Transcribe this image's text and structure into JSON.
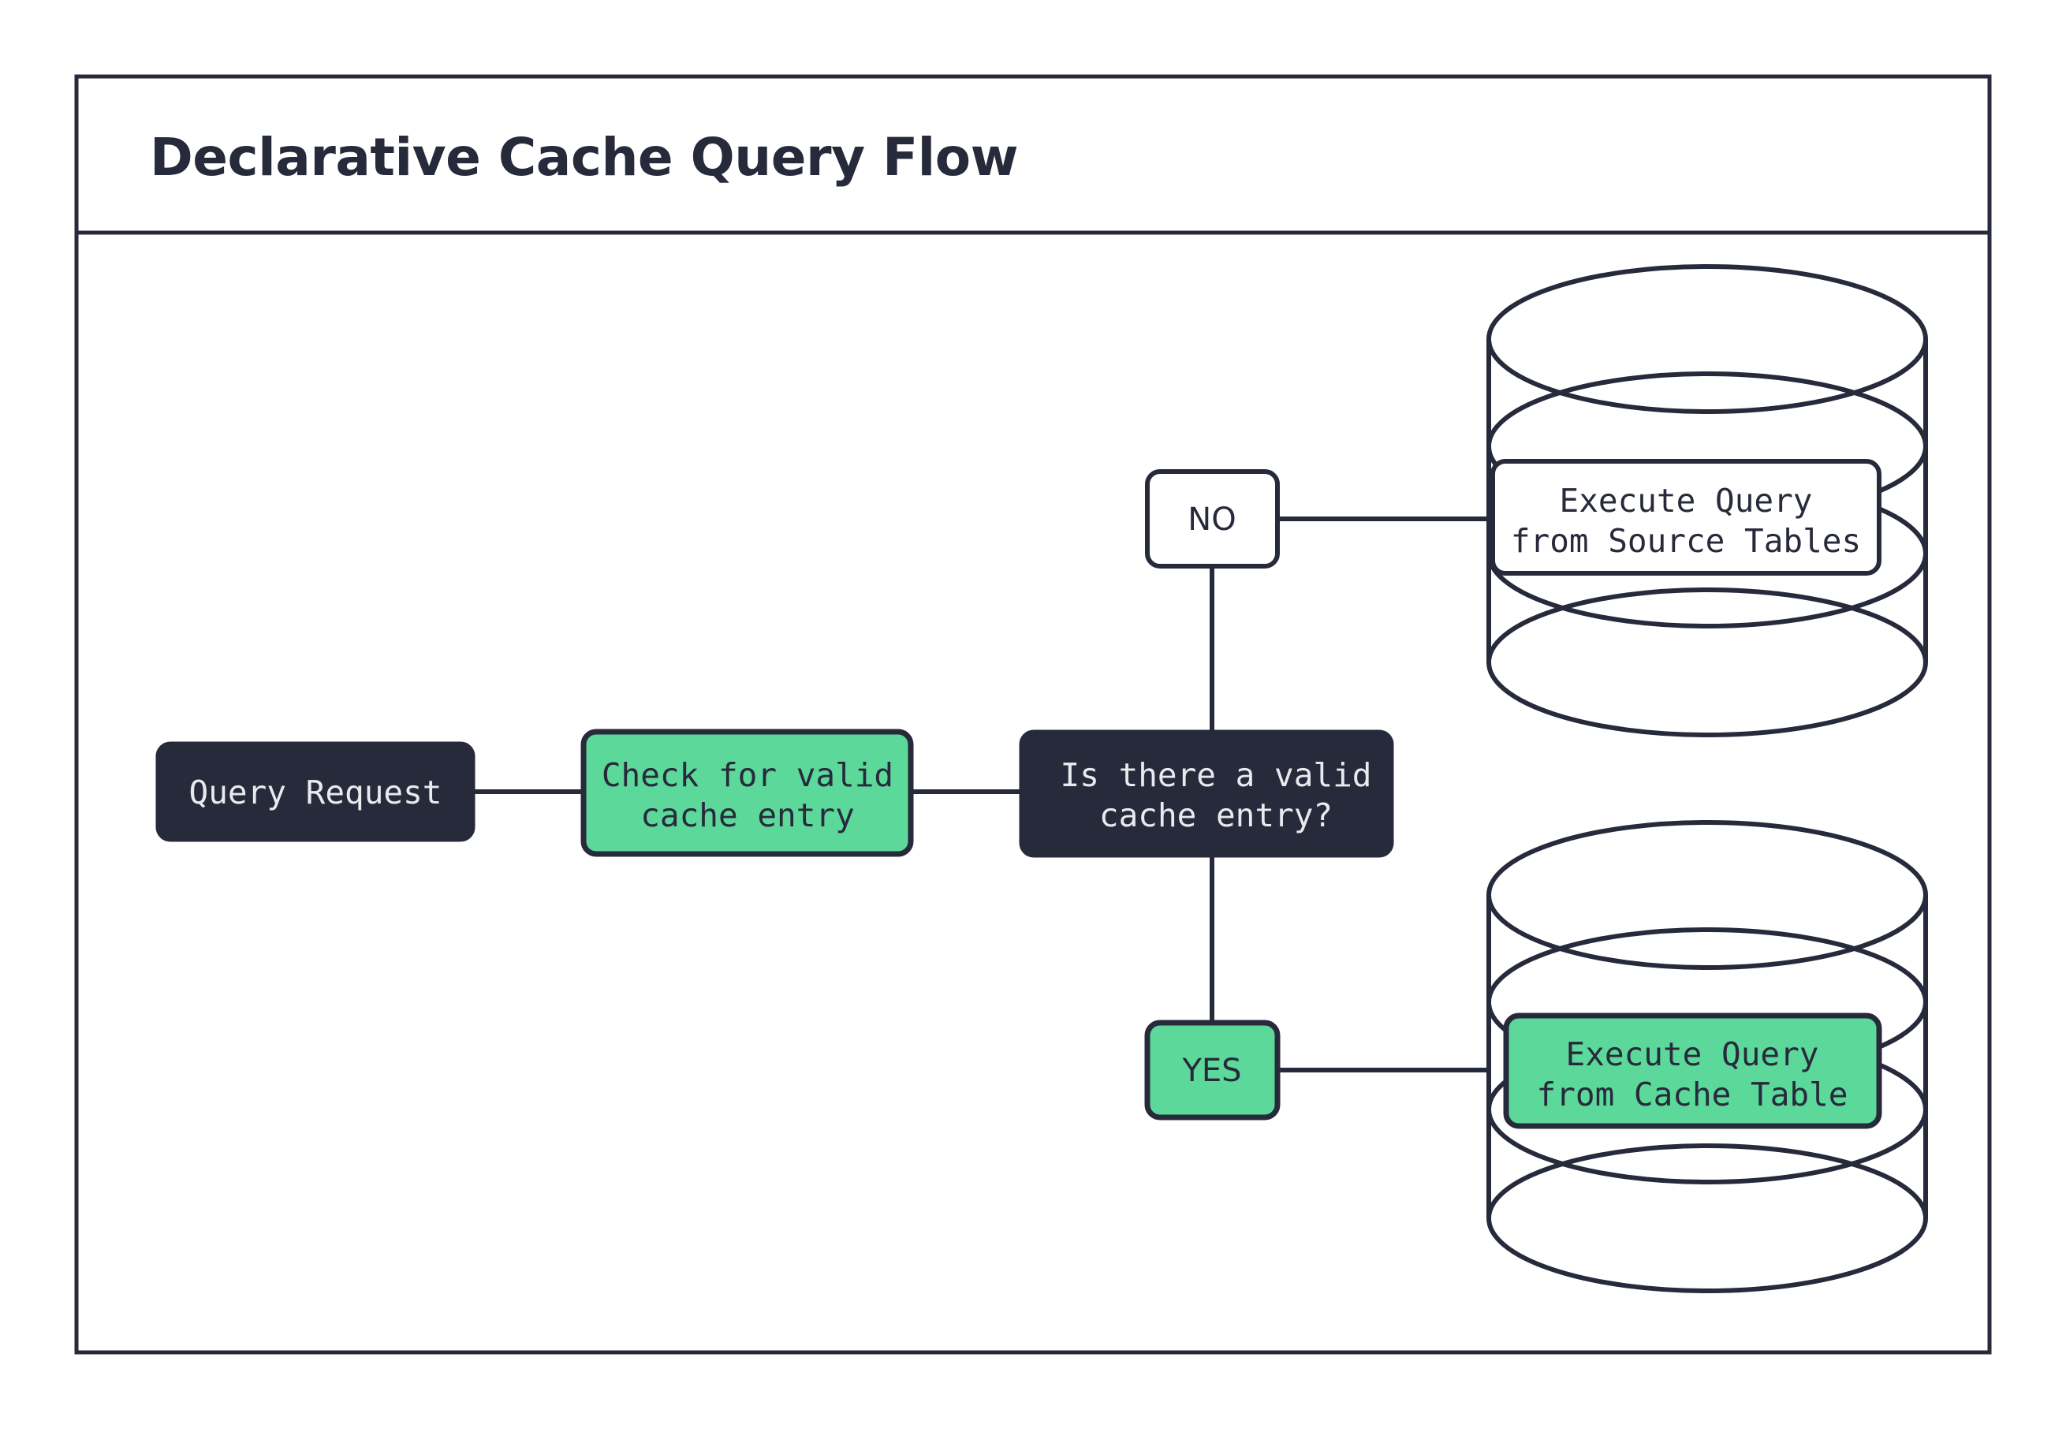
{
  "page": {
    "background_color": "#ffffff",
    "frame_border_color": "#272a3a"
  },
  "header": {
    "title": "Declarative Cache Query Flow"
  },
  "colors": {
    "dark": "#272a3a",
    "green": "#5cd89b",
    "white": "#ffffff",
    "light_text": "#e8eaee"
  },
  "flow": {
    "nodes": [
      {
        "id": "query-request",
        "label": "Query Request",
        "style": "dark",
        "shape": "rounded-rect"
      },
      {
        "id": "check-cache",
        "label_line1": "Check for valid",
        "label_line2": "cache entry",
        "style": "green",
        "shape": "rounded-rect"
      },
      {
        "id": "decision-valid-cache",
        "label_line1": "Is there a valid",
        "label_line2": "cache entry?",
        "style": "dark",
        "shape": "rounded-rect"
      },
      {
        "id": "source-tables-db",
        "label_line1": "Execute Query",
        "label_line2": "from Source Tables",
        "style": "white",
        "shape": "database-cylinder"
      },
      {
        "id": "cache-table-db",
        "label_line1": "Execute Query",
        "label_line2": "from Cache Table",
        "style": "green",
        "shape": "database-cylinder"
      }
    ],
    "branches": [
      {
        "id": "branch-no",
        "label": "NO",
        "style": "white",
        "from": "decision-valid-cache",
        "to": "source-tables-db"
      },
      {
        "id": "branch-yes",
        "label": "YES",
        "style": "green",
        "from": "decision-valid-cache",
        "to": "cache-table-db"
      }
    ]
  },
  "chart_data": {
    "type": "diagram",
    "title": "Declarative Cache Query Flow",
    "nodes": [
      "Query Request",
      "Check for valid cache entry",
      "Is there a valid cache entry?",
      "Execute Query from Source Tables",
      "Execute Query from Cache Table"
    ],
    "edges": [
      {
        "from": "Query Request",
        "to": "Check for valid cache entry",
        "label": ""
      },
      {
        "from": "Check for valid cache entry",
        "to": "Is there a valid cache entry?",
        "label": ""
      },
      {
        "from": "Is there a valid cache entry?",
        "to": "Execute Query from Source Tables",
        "label": "NO"
      },
      {
        "from": "Is there a valid cache entry?",
        "to": "Execute Query from Cache Table",
        "label": "YES"
      }
    ]
  }
}
